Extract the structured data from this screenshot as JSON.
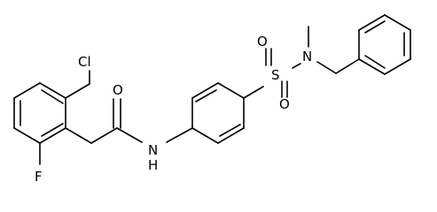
{
  "molecule": {
    "atoms": {
      "cl": "Cl",
      "f": "F",
      "o_carbonyl": "O",
      "nh": "N",
      "h": "H",
      "s": "S",
      "o_sulfonyl_top": "O",
      "o_sulfonyl_bottom": "O",
      "n_sulfonamide": "N"
    }
  }
}
